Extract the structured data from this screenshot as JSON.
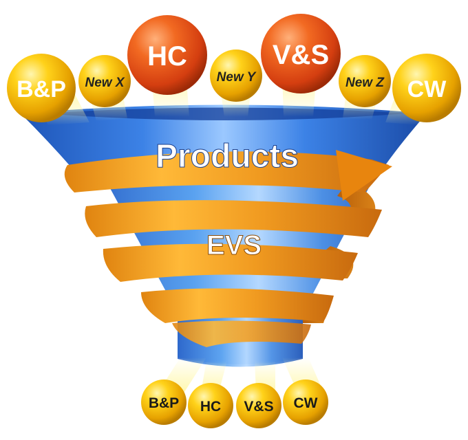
{
  "funnel": {
    "top_label": "Products",
    "middle_label": "EVS"
  },
  "top_balls": [
    {
      "label": "B&P",
      "color": "yellow"
    },
    {
      "label": "New X",
      "color": "yellow",
      "italic": true
    },
    {
      "label": "HC",
      "color": "red"
    },
    {
      "label": "New Y",
      "color": "yellow",
      "italic": true
    },
    {
      "label": "V&S",
      "color": "red"
    },
    {
      "label": "New Z",
      "color": "yellow",
      "italic": true
    },
    {
      "label": "CW",
      "color": "yellow"
    }
  ],
  "bottom_balls": [
    {
      "label": "B&P"
    },
    {
      "label": "HC"
    },
    {
      "label": "V&S"
    },
    {
      "label": "CW"
    }
  ],
  "colors": {
    "funnel_blue": "#2f6fd0",
    "funnel_light": "#8cc0ff",
    "ribbon_orange": "#f29a1f",
    "ribbon_dark": "#c86e10",
    "ball_yellow": "#f7b800",
    "ball_red": "#e04a16"
  }
}
